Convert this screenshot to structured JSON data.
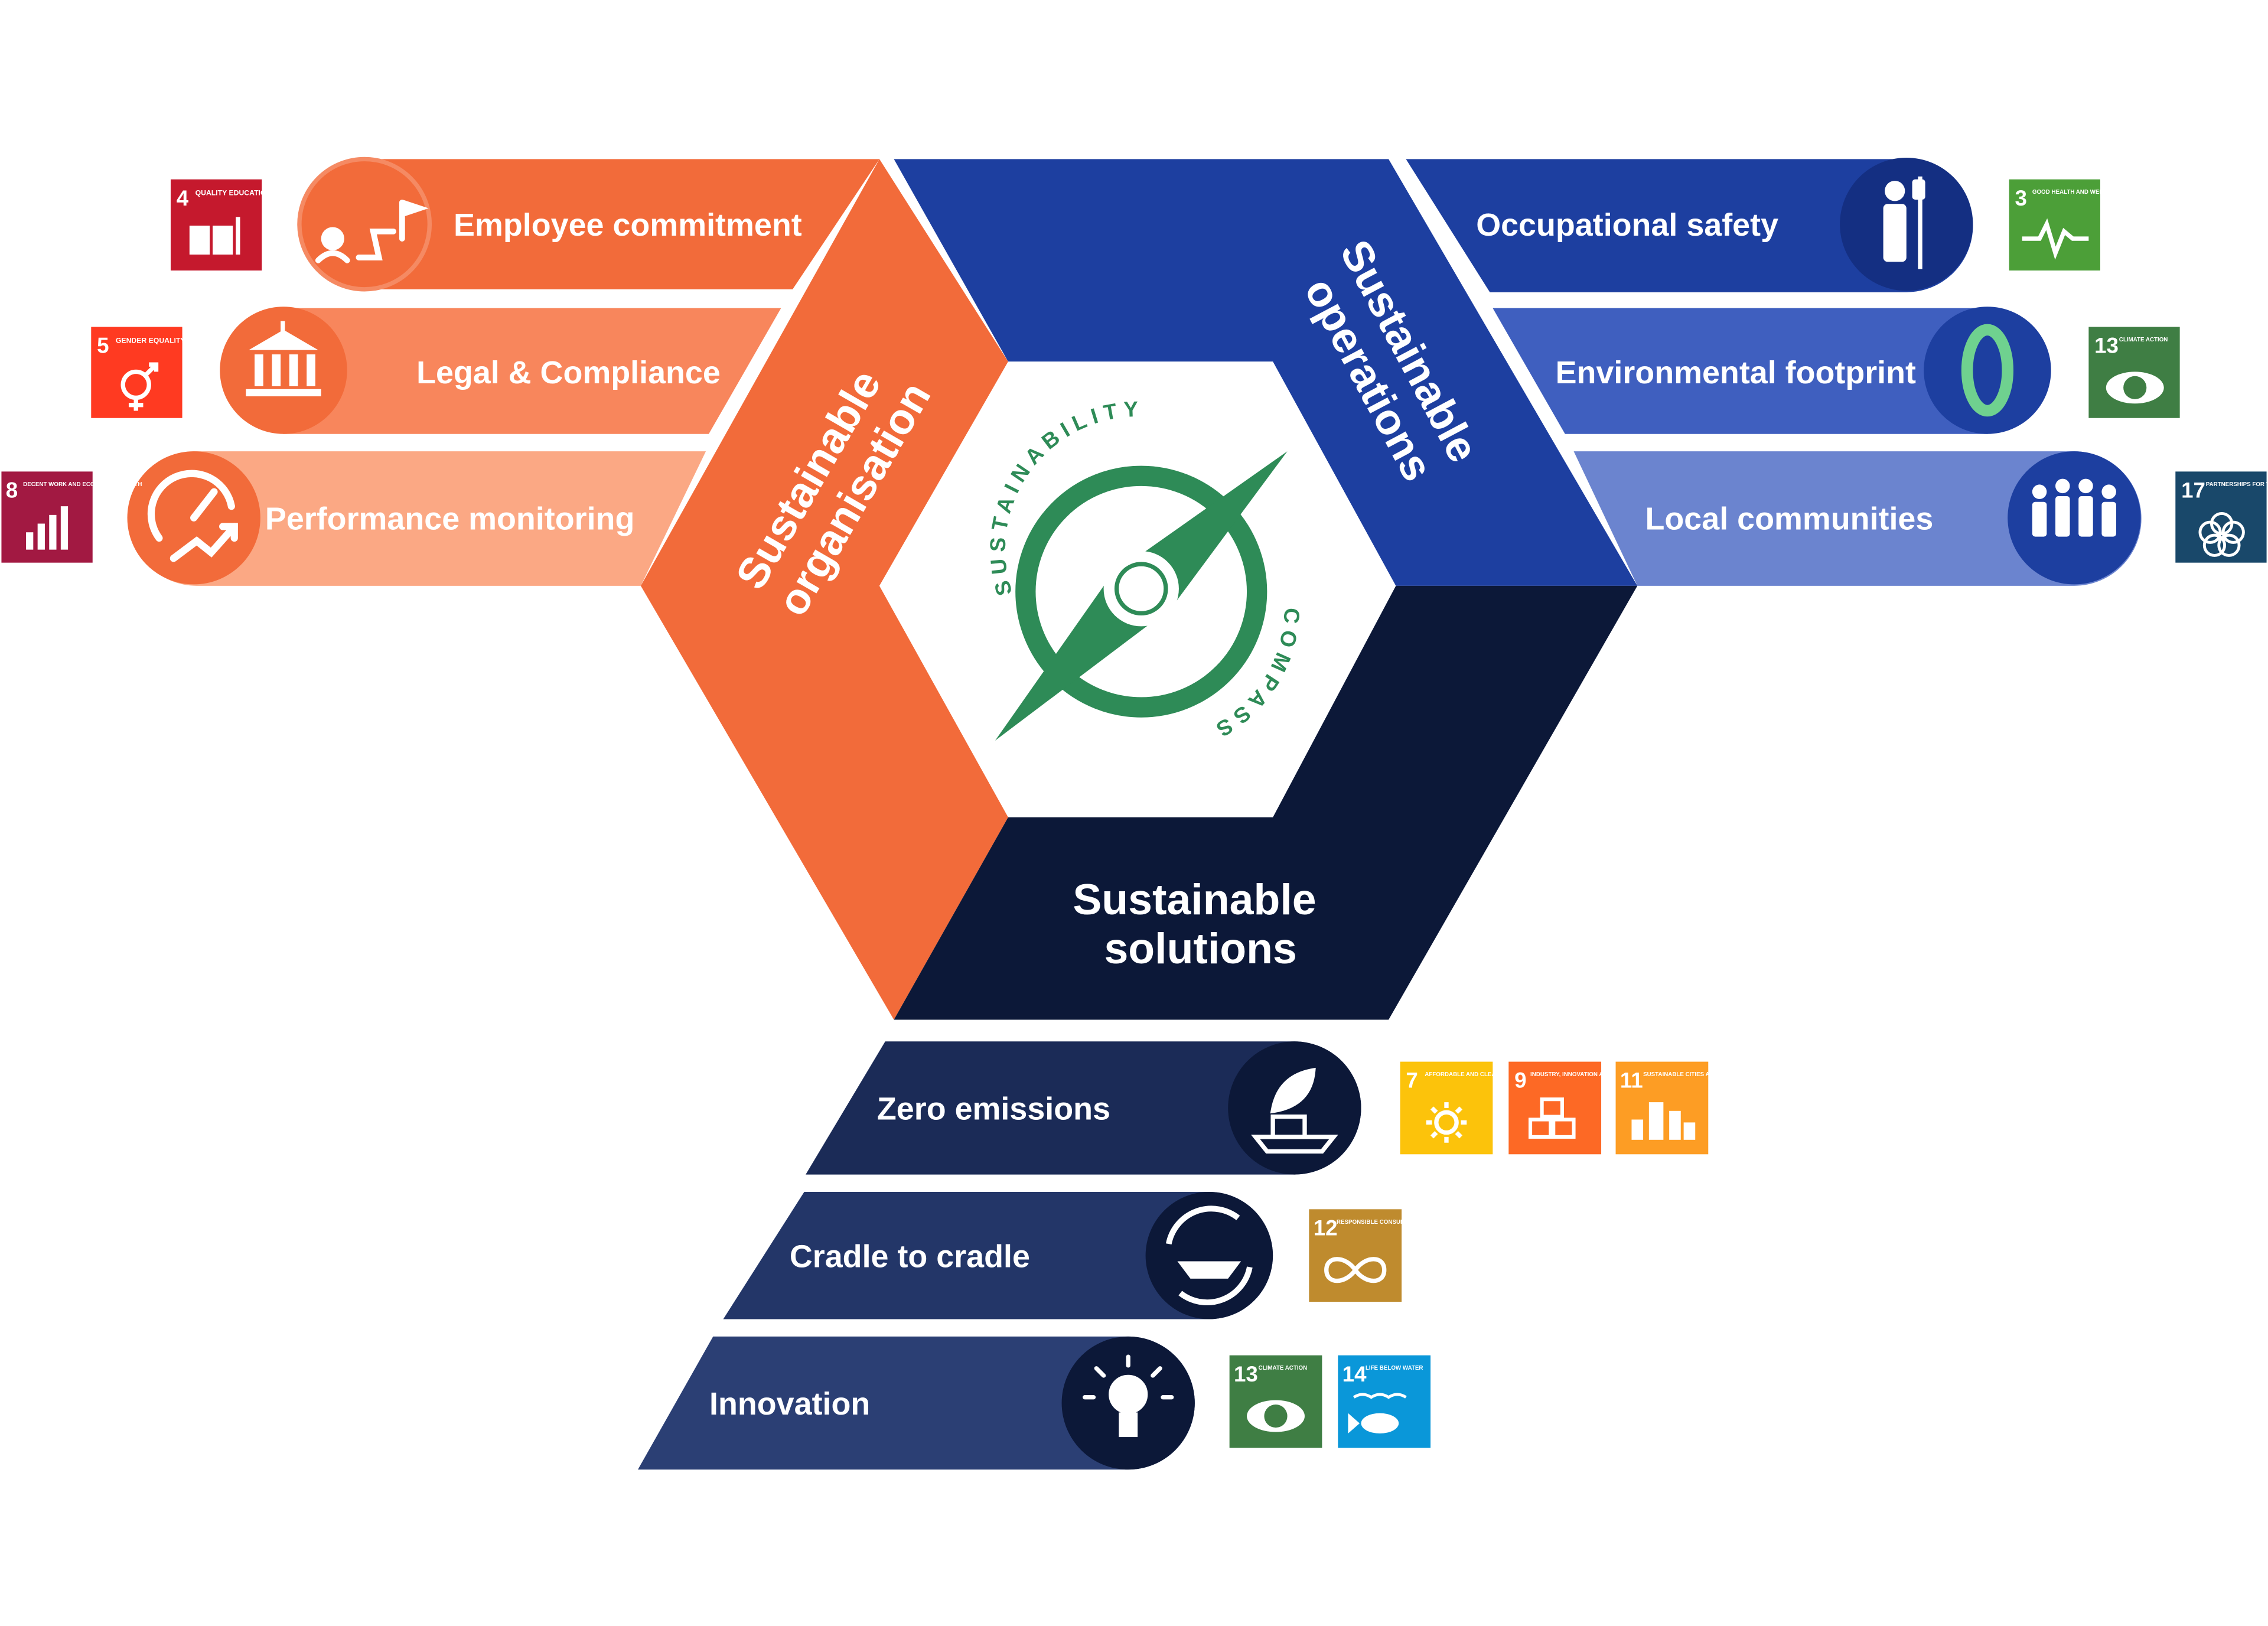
{
  "colors": {
    "orange": "#f26b3a",
    "orange_light": "#f8865c",
    "orange_lighter": "#fba884",
    "blue": "#1d3fa0",
    "blue_mid": "#3f5fbf",
    "blue_light": "#6b84cf",
    "navy": "#0c1838",
    "navy_row": "#1b2b57",
    "logo_green": "#2e8b57"
  },
  "pillars": {
    "organisation": [
      "Sustainable",
      "organisation"
    ],
    "operations": [
      "Sustainable",
      "operations"
    ],
    "solutions": [
      "Sustainable",
      "solutions"
    ]
  },
  "logo": {
    "top": "SUSTAINABILITY",
    "bottom": "COMPASS"
  },
  "left_items": [
    {
      "label": "Employee commitment",
      "icon": "employee-path-icon",
      "sdg": {
        "num": "4",
        "caption": "QUALITY EDUCATION",
        "color": "#c5192d",
        "icon": "book-icon"
      }
    },
    {
      "label": "Legal & Compliance",
      "icon": "courthouse-icon",
      "sdg": {
        "num": "5",
        "caption": "GENDER EQUALITY",
        "color": "#ff3a21",
        "icon": "gender-icon"
      }
    },
    {
      "label": "Performance monitoring",
      "icon": "gauge-icon",
      "sdg": {
        "num": "8",
        "caption": "DECENT WORK AND ECONOMIC GROWTH",
        "color": "#a21942",
        "icon": "growth-chart-icon"
      }
    }
  ],
  "right_items": [
    {
      "label": "Occupational safety",
      "icon": "patient-icon",
      "sdg": {
        "num": "3",
        "caption": "GOOD HEALTH AND WELL-BEING",
        "color": "#4c9f38",
        "icon": "heartbeat-icon"
      }
    },
    {
      "label": "Environmental footprint",
      "icon": "zero-footprint-icon",
      "sdg": {
        "num": "13",
        "caption": "CLIMATE ACTION",
        "color": "#3f7e44",
        "icon": "earth-eye-icon"
      }
    },
    {
      "label": "Local communities",
      "icon": "people-group-icon",
      "sdg": {
        "num": "17",
        "caption": "PARTNERSHIPS FOR THE GOALS",
        "color": "#19486a",
        "icon": "rings-icon"
      }
    }
  ],
  "bottom_items": [
    {
      "label": "Zero emissions",
      "icon": "leaf-ship-icon",
      "sdgs": [
        {
          "num": "7",
          "caption": "AFFORDABLE AND CLEAN ENERGY",
          "color": "#fcc30b",
          "icon": "sun-icon"
        },
        {
          "num": "9",
          "caption": "INDUSTRY, INNOVATION AND INFRASTRUCTURE",
          "color": "#fd6925",
          "icon": "cubes-icon"
        },
        {
          "num": "11",
          "caption": "SUSTAINABLE CITIES AND COMMUNITIES",
          "color": "#fd9d24",
          "icon": "city-icon"
        }
      ]
    },
    {
      "label": "Cradle to cradle",
      "icon": "recycle-ship-icon",
      "sdgs": [
        {
          "num": "12",
          "caption": "RESPONSIBLE CONSUMPTION AND PRODUCTION",
          "color": "#bf8b2e",
          "icon": "infinity-icon"
        }
      ]
    },
    {
      "label": "Innovation",
      "icon": "lightbulb-icon",
      "sdgs": [
        {
          "num": "13",
          "caption": "CLIMATE ACTION",
          "color": "#3f7e44",
          "icon": "earth-eye-icon"
        },
        {
          "num": "14",
          "caption": "LIFE BELOW WATER",
          "color": "#0a97d9",
          "icon": "fish-icon"
        }
      ]
    }
  ]
}
